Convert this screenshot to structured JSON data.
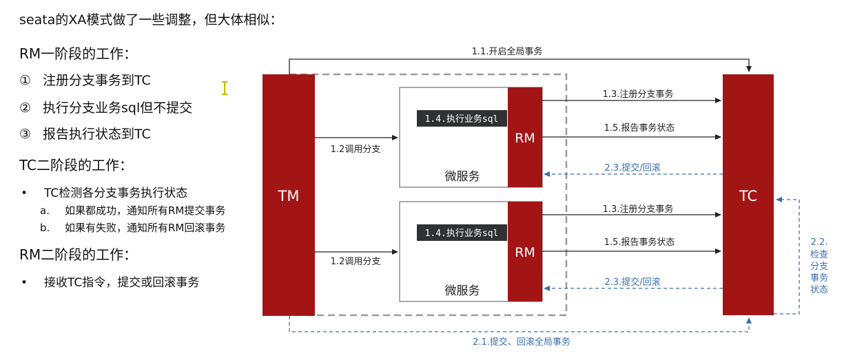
{
  "title": "seata的XA模式做了一些调整，但大体相似：",
  "rm_phase1": {
    "heading": "RM一阶段的工作：",
    "items": [
      {
        "mark": "①",
        "text": "注册分支事务到TC"
      },
      {
        "mark": "②",
        "text": "执行分支业务sql但不提交"
      },
      {
        "mark": "③",
        "text": "报告执行状态到TC"
      }
    ]
  },
  "tc_phase2": {
    "heading": "TC二阶段的工作：",
    "bullet": "•",
    "item": "TC检测各分支事务执行状态",
    "subitems": [
      {
        "mark": "a.",
        "text": "如果都成功，通知所有RM提交事务"
      },
      {
        "mark": "b.",
        "text": "如果有失败，通知所有RM回滚事务"
      }
    ]
  },
  "rm_phase2": {
    "heading": "RM二阶段的工作：",
    "bullet": "•",
    "item": "接收TC指令，提交或回滚事务"
  },
  "diagram": {
    "tm_label": "TM",
    "tc_label": "TC",
    "rm_label": "RM",
    "service_label": "微服务",
    "exec_sql_label": "1.4.执行业务sql",
    "arrow_1_1": "1.1.开启全局事务",
    "arrow_1_2": "1.2调用分支",
    "arrow_1_3": "1.3.注册分支事务",
    "arrow_1_5": "1.5.报告事务状态",
    "arrow_2_3": "2.3.提交/回滚",
    "arrow_2_1": "2.1.提交、回滚全局事务",
    "check_lines": [
      "2.2.",
      "检查",
      "分支",
      "事务",
      "状态"
    ],
    "colors": {
      "block_red": "#a31515",
      "dashed_blue": "#3a6eb0",
      "arrow_black": "#222222",
      "dashed_gray": "#9a9a9a",
      "sql_bg": "#2f3133"
    }
  }
}
